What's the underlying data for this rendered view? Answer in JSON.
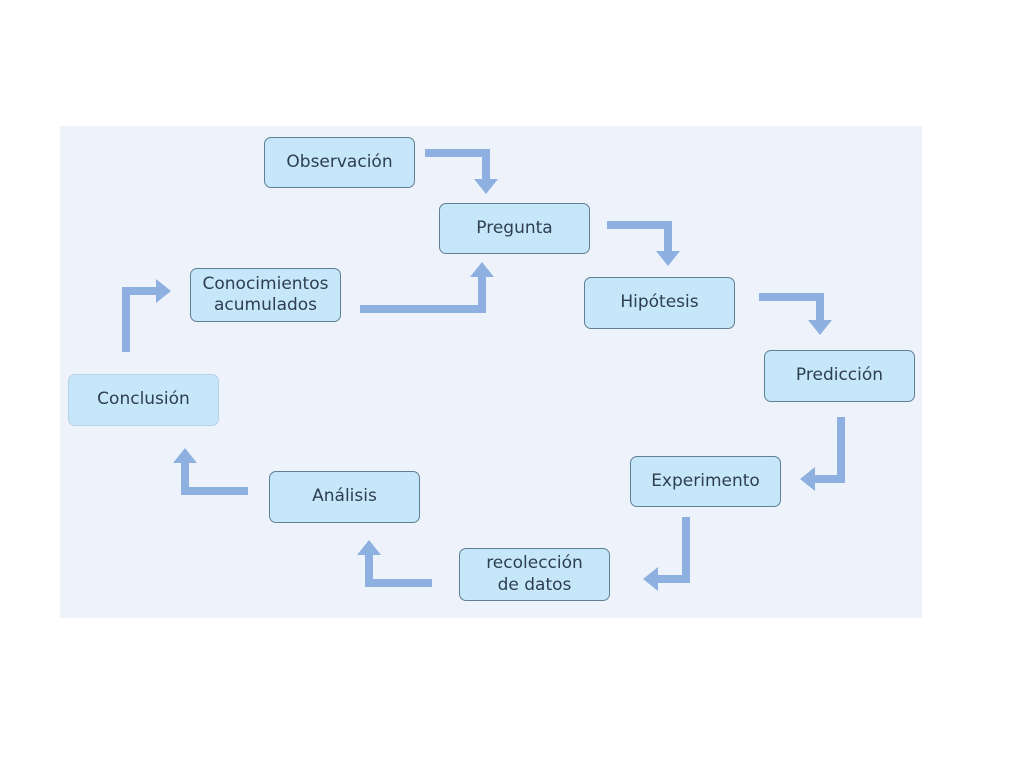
{
  "diagram": {
    "nodes": [
      {
        "id": "observacion",
        "label": "Observación"
      },
      {
        "id": "pregunta",
        "label": "Pregunta"
      },
      {
        "id": "hipotesis",
        "label": "Hipótesis"
      },
      {
        "id": "prediccion",
        "label": "Predicción"
      },
      {
        "id": "experimento",
        "label": "Experimento"
      },
      {
        "id": "recoleccion",
        "label": "recolección\nde datos"
      },
      {
        "id": "analisis",
        "label": "Análisis"
      },
      {
        "id": "conclusion",
        "label": "Conclusión"
      },
      {
        "id": "conocimientos",
        "label": "Conocimientos\nacumulados"
      }
    ],
    "edges": [
      {
        "from": "observacion",
        "to": "pregunta"
      },
      {
        "from": "pregunta",
        "to": "hipotesis"
      },
      {
        "from": "hipotesis",
        "to": "prediccion"
      },
      {
        "from": "prediccion",
        "to": "experimento"
      },
      {
        "from": "experimento",
        "to": "recoleccion"
      },
      {
        "from": "recoleccion",
        "to": "analisis"
      },
      {
        "from": "analisis",
        "to": "conclusion"
      },
      {
        "from": "conclusion",
        "to": "conocimientos"
      },
      {
        "from": "conocimientos",
        "to": "pregunta"
      }
    ],
    "colors": {
      "panel": "#eef3fb",
      "node_fill": "#c6e6fa",
      "node_border": "#5f7f93",
      "arrow": "#8eb0e0"
    }
  }
}
